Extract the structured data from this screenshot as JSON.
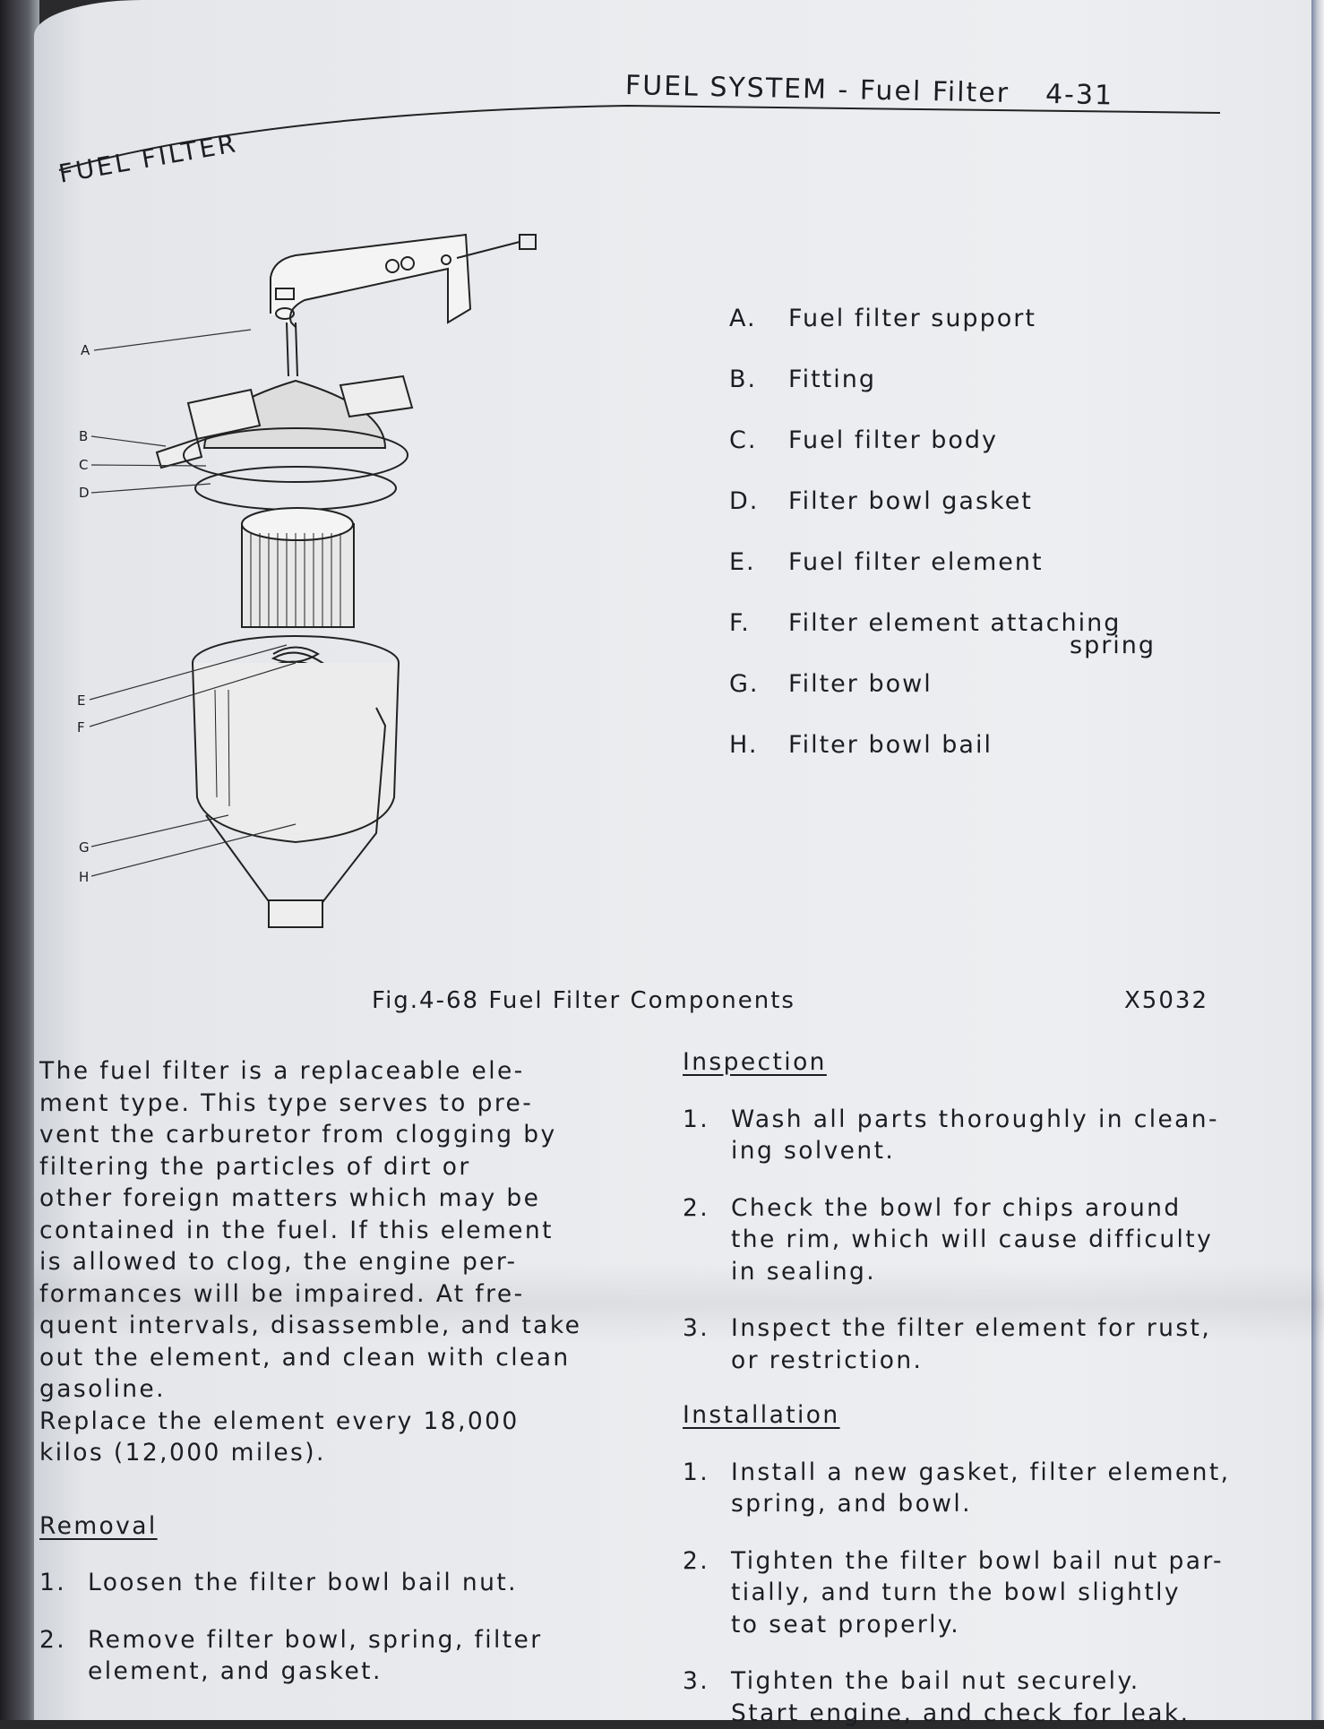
{
  "header": {
    "section": "FUEL SYSTEM - Fuel Filter",
    "page": "4-31"
  },
  "title": "FUEL FILTER",
  "figure": {
    "callouts": [
      "A",
      "B",
      "C",
      "D",
      "E",
      "F",
      "G",
      "H"
    ],
    "legend": [
      {
        "key": "A.",
        "label": "Fuel filter support"
      },
      {
        "key": "B.",
        "label": "Fitting"
      },
      {
        "key": "C.",
        "label": "Fuel filter body"
      },
      {
        "key": "D.",
        "label": "Filter bowl gasket"
      },
      {
        "key": "E.",
        "label": "Fuel filter element"
      },
      {
        "key": "F.",
        "label": "Filter element attaching",
        "cont": "spring"
      },
      {
        "key": "G.",
        "label": "Filter bowl"
      },
      {
        "key": "H.",
        "label": "Filter bowl bail"
      }
    ],
    "caption": "Fig.4-68   Fuel Filter Components",
    "code": "X5032"
  },
  "intro": [
    "The fuel filter is a replaceable ele-",
    "ment type. This type serves to pre-",
    "vent the carburetor from clogging by",
    "filtering the particles of dirt or",
    "other foreign matters which may be",
    "contained in the fuel. If this element",
    "is allowed to clog, the engine per-",
    "formances will be impaired. At fre-",
    "quent intervals, disassemble, and take",
    "out the element, and clean with clean",
    "gasoline.",
    "Replace the element every 18,000",
    "kilos (12,000 miles)."
  ],
  "removal": {
    "heading": "Removal",
    "steps": [
      {
        "n": "1.",
        "lines": [
          "Loosen the filter bowl bail nut."
        ]
      },
      {
        "n": "2.",
        "lines": [
          "Remove filter bowl, spring, filter",
          "element, and gasket."
        ]
      }
    ]
  },
  "inspection": {
    "heading": "Inspection",
    "steps": [
      {
        "n": "1.",
        "lines": [
          "Wash all parts thoroughly in clean-",
          "ing solvent."
        ]
      },
      {
        "n": "2.",
        "lines": [
          "Check the bowl for chips around",
          "the rim, which will cause difficulty",
          "in sealing."
        ]
      },
      {
        "n": "3.",
        "lines": [
          "Inspect the filter element for rust,",
          "or restriction."
        ]
      }
    ]
  },
  "installation": {
    "heading": "Installation",
    "steps": [
      {
        "n": "1.",
        "lines": [
          "Install a new gasket, filter element,",
          "spring, and bowl."
        ]
      },
      {
        "n": "2.",
        "lines": [
          "Tighten the filter bowl bail nut par-",
          "tially, and turn the bowl slightly",
          "to seat properly."
        ]
      },
      {
        "n": "3.",
        "lines": [
          "Tighten the bail nut securely.",
          "Start engine, and check for leak."
        ]
      }
    ]
  }
}
